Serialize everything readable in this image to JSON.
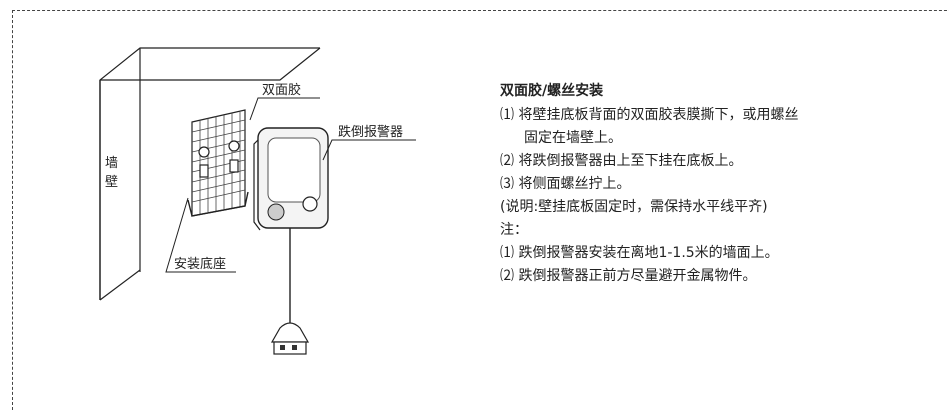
{
  "figure": {
    "wall_label_top": "墙",
    "wall_label_bottom": "壁",
    "tape_label": "双面胶",
    "device_label": "跌倒报警器",
    "base_label": "安装底座"
  },
  "instructions": {
    "title": "双面胶/螺丝安装",
    "steps": [
      "⑴ 将壁挂底板背面的双面胶表膜撕下，或用螺丝",
      "固定在墙壁上。",
      "⑵ 将跌倒报警器由上至下挂在底板上。",
      "⑶ 将侧面螺丝拧上。",
      "(说明:壁挂底板固定时，需保持水平线平齐)",
      "注：",
      "⑴ 跌倒报警器安装在离地1-1.5米的墙面上。",
      "⑵ 跌倒报警器正前方尽量避开金属物件。"
    ]
  }
}
